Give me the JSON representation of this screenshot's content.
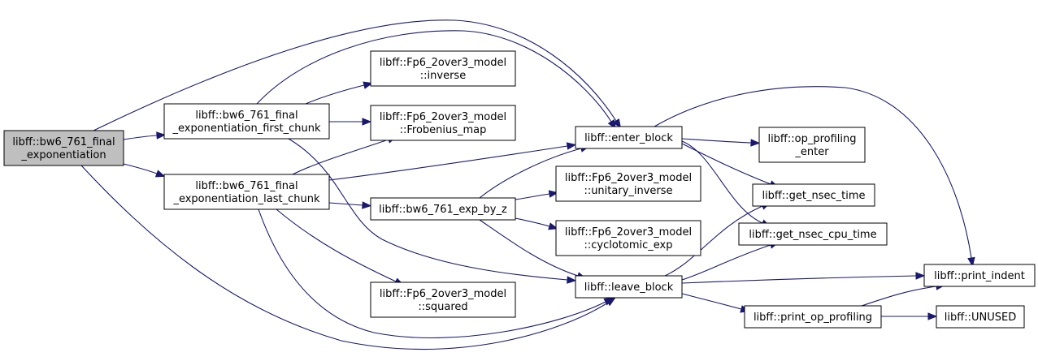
{
  "colors": {
    "edge": "#191970",
    "node_fill": "#ffffff",
    "root_fill": "#bfbfbf",
    "border": "#000000"
  },
  "nodes": [
    {
      "id": "root",
      "lines": [
        "libff::bw6_761_final",
        "_exponentiation"
      ],
      "root": true
    },
    {
      "id": "first_chunk",
      "lines": [
        "libff::bw6_761_final",
        "_exponentiation_first_chunk"
      ]
    },
    {
      "id": "last_chunk",
      "lines": [
        "libff::bw6_761_final",
        "_exponentiation_last_chunk"
      ]
    },
    {
      "id": "inverse",
      "lines": [
        "libff::Fp6_2over3_model",
        "::inverse"
      ]
    },
    {
      "id": "frobenius",
      "lines": [
        "libff::Fp6_2over3_model",
        "::Frobenius_map"
      ]
    },
    {
      "id": "exp_by_z",
      "lines": [
        "libff::bw6_761_exp_by_z"
      ]
    },
    {
      "id": "squared",
      "lines": [
        "libff::Fp6_2over3_model",
        "::squared"
      ]
    },
    {
      "id": "enter_block",
      "lines": [
        "libff::enter_block"
      ]
    },
    {
      "id": "unitary_inverse",
      "lines": [
        "libff::Fp6_2over3_model",
        "::unitary_inverse"
      ]
    },
    {
      "id": "cyclotomic_exp",
      "lines": [
        "libff::Fp6_2over3_model",
        "::cyclotomic_exp"
      ]
    },
    {
      "id": "leave_block",
      "lines": [
        "libff::leave_block"
      ]
    },
    {
      "id": "op_profiling_enter",
      "lines": [
        "libff::op_profiling",
        "_enter"
      ]
    },
    {
      "id": "get_nsec_time",
      "lines": [
        "libff::get_nsec_time"
      ]
    },
    {
      "id": "get_nsec_cpu_time",
      "lines": [
        "libff::get_nsec_cpu_time"
      ]
    },
    {
      "id": "print_op_profiling",
      "lines": [
        "libff::print_op_profiling"
      ]
    },
    {
      "id": "print_indent",
      "lines": [
        "libff::print_indent"
      ]
    },
    {
      "id": "unused",
      "lines": [
        "libff::UNUSED"
      ]
    }
  ],
  "edges": [
    [
      "root",
      "enter_block"
    ],
    [
      "root",
      "first_chunk"
    ],
    [
      "root",
      "last_chunk"
    ],
    [
      "root",
      "leave_block"
    ],
    [
      "first_chunk",
      "enter_block"
    ],
    [
      "first_chunk",
      "inverse"
    ],
    [
      "first_chunk",
      "frobenius"
    ],
    [
      "first_chunk",
      "leave_block"
    ],
    [
      "last_chunk",
      "frobenius"
    ],
    [
      "last_chunk",
      "enter_block"
    ],
    [
      "last_chunk",
      "exp_by_z"
    ],
    [
      "last_chunk",
      "squared"
    ],
    [
      "last_chunk",
      "leave_block"
    ],
    [
      "exp_by_z",
      "enter_block"
    ],
    [
      "exp_by_z",
      "unitary_inverse"
    ],
    [
      "exp_by_z",
      "cyclotomic_exp"
    ],
    [
      "exp_by_z",
      "leave_block"
    ],
    [
      "enter_block",
      "op_profiling_enter"
    ],
    [
      "enter_block",
      "get_nsec_time"
    ],
    [
      "enter_block",
      "get_nsec_cpu_time"
    ],
    [
      "enter_block",
      "print_indent"
    ],
    [
      "leave_block",
      "get_nsec_time"
    ],
    [
      "leave_block",
      "get_nsec_cpu_time"
    ],
    [
      "leave_block",
      "print_indent"
    ],
    [
      "leave_block",
      "print_op_profiling"
    ],
    [
      "print_op_profiling",
      "print_indent"
    ],
    [
      "print_op_profiling",
      "unused"
    ]
  ]
}
